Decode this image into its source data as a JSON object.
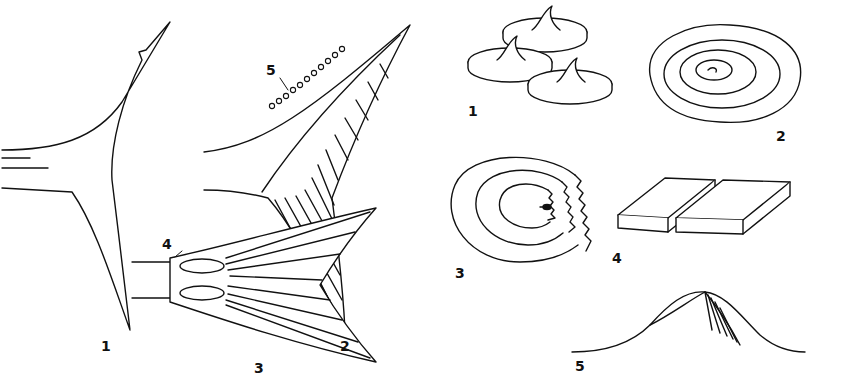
{
  "diagram": {
    "labels": [
      "5",
      "1",
      "2",
      "4",
      "3",
      "1",
      "2",
      "3",
      "4",
      "5"
    ]
  }
}
